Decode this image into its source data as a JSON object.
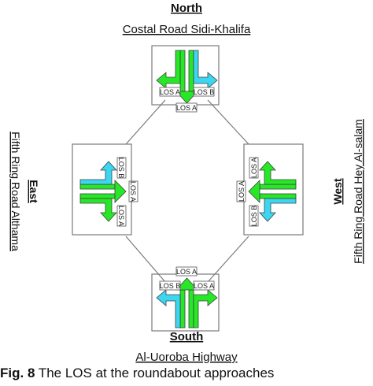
{
  "colors": {
    "through": "#27e827",
    "right_turn": "#3cd6f0",
    "outline": "#404040",
    "box_border": "#7a7a7a"
  },
  "north": {
    "heading": "North",
    "road": "Costal Road Sidi-Khalifa",
    "los_left": "LOS A",
    "los_right": "LOS B",
    "los_bottom": "LOS A"
  },
  "east": {
    "heading": "East",
    "road": "Fifth Ring Road Althama",
    "los_top": "LOS B",
    "los_mid": "LOS A",
    "los_bottom": "LOS A"
  },
  "west": {
    "heading": "West",
    "road": "Fifth Ring Road Hey Al-salam",
    "los_top": "LOS A",
    "los_mid": "LOS A",
    "los_bottom": "LOS B"
  },
  "south": {
    "heading": "South",
    "road": "Al-Uoroba Highway",
    "los_top": "LOS A",
    "los_left": "LOS B",
    "los_right": "LOS A"
  },
  "caption": {
    "label": "Fig. 8",
    "text": " The LOS at the roundabout approaches"
  }
}
